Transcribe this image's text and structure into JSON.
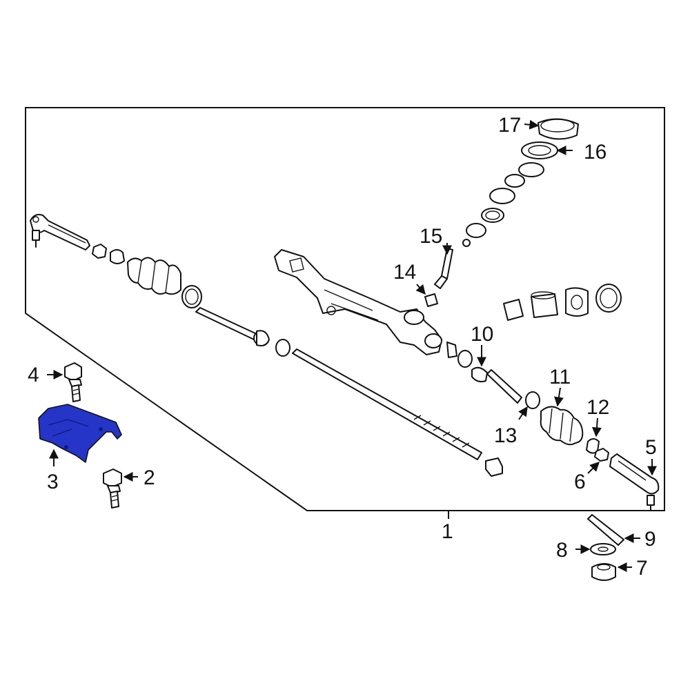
{
  "diagram": {
    "highlight_color": "#2535c8",
    "highlighted_part": "3",
    "callouts": [
      {
        "id": "c1",
        "text": "1"
      },
      {
        "id": "c2",
        "text": "2"
      },
      {
        "id": "c3",
        "text": "3"
      },
      {
        "id": "c4",
        "text": "4"
      },
      {
        "id": "c5",
        "text": "5"
      },
      {
        "id": "c6",
        "text": "6"
      },
      {
        "id": "c7",
        "text": "7"
      },
      {
        "id": "c8",
        "text": "8"
      },
      {
        "id": "c9",
        "text": "9"
      },
      {
        "id": "c10",
        "text": "10"
      },
      {
        "id": "c11",
        "text": "11"
      },
      {
        "id": "c12",
        "text": "12"
      },
      {
        "id": "c13",
        "text": "13"
      },
      {
        "id": "c14",
        "text": "14"
      },
      {
        "id": "c15",
        "text": "15"
      },
      {
        "id": "c16",
        "text": "16"
      },
      {
        "id": "c17",
        "text": "17"
      }
    ]
  }
}
